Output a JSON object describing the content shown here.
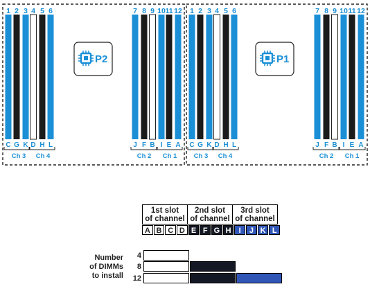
{
  "colors": {
    "blue": "#1a8fd6",
    "black": "#1b1b1b",
    "navy": "#141824",
    "legend_blue": "#3057b8",
    "white": "#ffffff"
  },
  "processors": [
    {
      "label": "P2",
      "slot_numbers": [
        "1",
        "2",
        "3",
        "4",
        "5",
        "6",
        "7",
        "8",
        "9",
        "10",
        "11",
        "12"
      ],
      "slot_letters": [
        "C",
        "G",
        "K",
        "D",
        "H",
        "L",
        "J",
        "F",
        "B",
        "I",
        "E",
        "A"
      ],
      "slot_colors": [
        "blue",
        "black",
        "blue",
        "white",
        "black",
        "blue",
        "blue",
        "black",
        "white",
        "blue",
        "black",
        "blue"
      ],
      "channels": [
        "Ch 3",
        "Ch 4",
        "Ch 2",
        "Ch 1"
      ]
    },
    {
      "label": "P1",
      "slot_numbers": [
        "1",
        "2",
        "3",
        "4",
        "5",
        "6",
        "7",
        "8",
        "9",
        "10",
        "11",
        "12"
      ],
      "slot_letters": [
        "C",
        "G",
        "K",
        "D",
        "H",
        "L",
        "J",
        "F",
        "B",
        "I",
        "E",
        "A"
      ],
      "slot_colors": [
        "blue",
        "black",
        "blue",
        "white",
        "black",
        "blue",
        "blue",
        "black",
        "white",
        "blue",
        "black",
        "blue"
      ],
      "channels": [
        "Ch 3",
        "Ch 4",
        "Ch 2",
        "Ch 1"
      ]
    }
  ],
  "legend": {
    "headers": [
      {
        "line1": "1st slot",
        "line2": "of channel"
      },
      {
        "line1": "2nd slot",
        "line2": "of channel"
      },
      {
        "line1": "3rd slot",
        "line2": "of channel"
      }
    ],
    "letters": [
      {
        "text": "A",
        "color": "white"
      },
      {
        "text": "B",
        "color": "white"
      },
      {
        "text": "C",
        "color": "white"
      },
      {
        "text": "D",
        "color": "white"
      },
      {
        "text": "E",
        "color": "navy"
      },
      {
        "text": "F",
        "color": "navy"
      },
      {
        "text": "G",
        "color": "navy"
      },
      {
        "text": "H",
        "color": "navy"
      },
      {
        "text": "I",
        "color": "legend_blue"
      },
      {
        "text": "J",
        "color": "legend_blue"
      },
      {
        "text": "K",
        "color": "legend_blue"
      },
      {
        "text": "L",
        "color": "legend_blue"
      }
    ]
  },
  "dimm_label": {
    "line1": "Number",
    "line2": "of DIMMs",
    "line3": "to install"
  },
  "dimm_rows": [
    {
      "count": "4",
      "slots_per_channel": 1
    },
    {
      "count": "8",
      "slots_per_channel": 2
    },
    {
      "count": "12",
      "slots_per_channel": 3
    }
  ]
}
